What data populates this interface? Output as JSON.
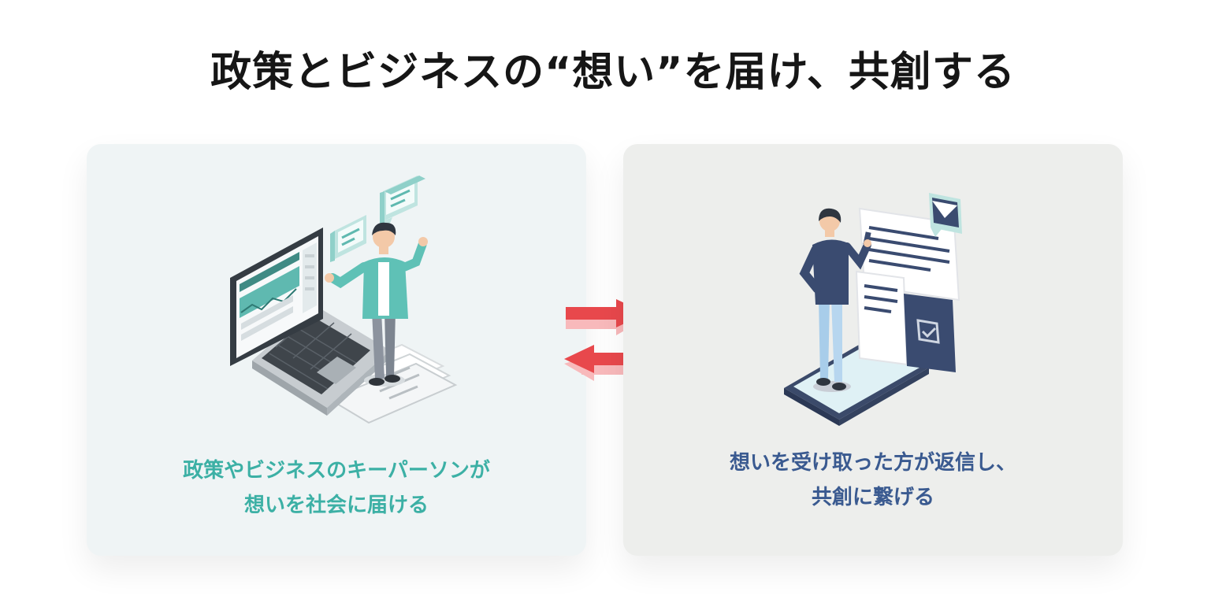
{
  "title": "政策とビジネスの“想い”を届け、共創する",
  "colors": {
    "left_panel_bg": "#eff4f5",
    "right_panel_bg": "#edeeec",
    "left_caption": "#3cb0a5",
    "right_caption": "#3a5a90",
    "arrow": "#e8484c",
    "arrow_shadow": "#f8b9bb"
  },
  "left_panel": {
    "illustration": "person-with-laptop-and-chat-bubbles",
    "caption_line1": "政策やビジネスのキーパーソンが",
    "caption_line2": "想いを社会に届ける"
  },
  "right_panel": {
    "illustration": "person-on-smartphone-reading-document",
    "caption_line1": "想いを受け取った方が返信し、",
    "caption_line2": "共創に繋げる"
  },
  "exchange_arrows": {
    "top": "arrow-right-icon",
    "bottom": "arrow-left-icon"
  }
}
